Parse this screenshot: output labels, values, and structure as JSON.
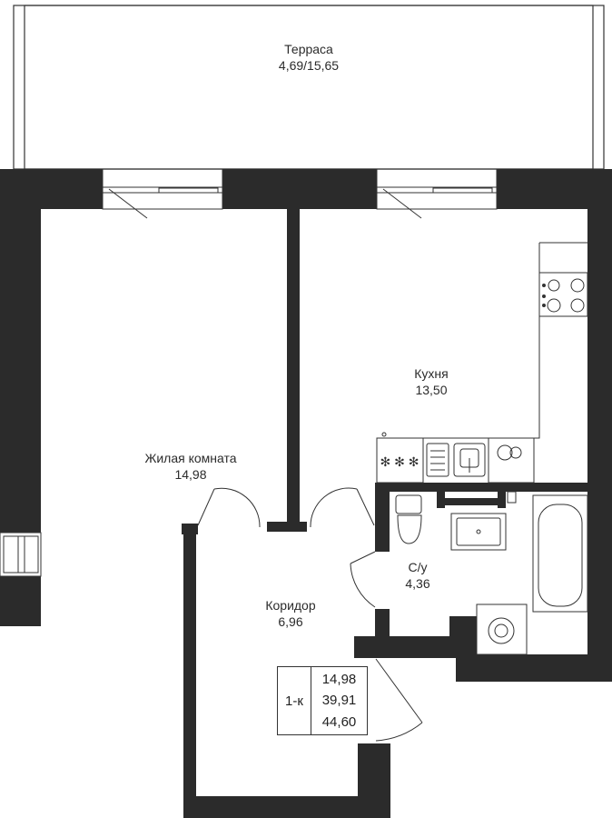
{
  "rooms": {
    "terrace": {
      "name": "Терраса",
      "area": "4,69/15,65"
    },
    "living": {
      "name": "Жилая комната",
      "area": "14,98"
    },
    "kitchen": {
      "name": "Кухня",
      "area": "13,50"
    },
    "bathroom": {
      "name": "С/у",
      "area": "4,36"
    },
    "corridor": {
      "name": "Коридор",
      "area": "6,96"
    }
  },
  "legend": {
    "type": "1-к",
    "living_area": "14,98",
    "total_area": "39,91",
    "area_with_terrace": "44,60"
  },
  "colors": {
    "wall": "#2b2b2b",
    "line": "#333333",
    "background": "#ffffff"
  }
}
